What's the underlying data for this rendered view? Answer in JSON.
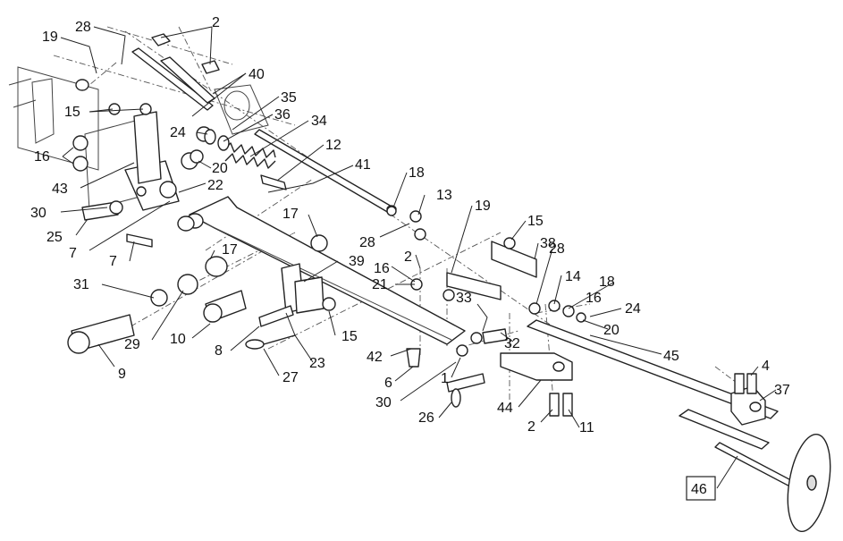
{
  "labels": [
    {
      "id": "2a",
      "text": "2"
    },
    {
      "id": "28a",
      "text": "28"
    },
    {
      "id": "19a",
      "text": "19"
    },
    {
      "id": "40",
      "text": "40"
    },
    {
      "id": "35",
      "text": "35"
    },
    {
      "id": "36",
      "text": "36"
    },
    {
      "id": "15a",
      "text": "15"
    },
    {
      "id": "34",
      "text": "34"
    },
    {
      "id": "24a",
      "text": "24"
    },
    {
      "id": "12",
      "text": "12"
    },
    {
      "id": "16a",
      "text": "16"
    },
    {
      "id": "20a",
      "text": "20"
    },
    {
      "id": "41",
      "text": "41"
    },
    {
      "id": "22",
      "text": "22"
    },
    {
      "id": "43",
      "text": "43"
    },
    {
      "id": "18a",
      "text": "18"
    },
    {
      "id": "30a",
      "text": "30"
    },
    {
      "id": "13",
      "text": "13"
    },
    {
      "id": "19b",
      "text": "19"
    },
    {
      "id": "17a",
      "text": "17"
    },
    {
      "id": "25",
      "text": "25"
    },
    {
      "id": "15b",
      "text": "15"
    },
    {
      "id": "7a",
      "text": "7"
    },
    {
      "id": "28b",
      "text": "28"
    },
    {
      "id": "38",
      "text": "38"
    },
    {
      "id": "2b",
      "text": "2"
    },
    {
      "id": "28c",
      "text": "28"
    },
    {
      "id": "17b",
      "text": "17"
    },
    {
      "id": "7b",
      "text": "7"
    },
    {
      "id": "39",
      "text": "39"
    },
    {
      "id": "16b",
      "text": "16"
    },
    {
      "id": "14",
      "text": "14"
    },
    {
      "id": "18b",
      "text": "18"
    },
    {
      "id": "31",
      "text": "31"
    },
    {
      "id": "21",
      "text": "21"
    },
    {
      "id": "16c",
      "text": "16"
    },
    {
      "id": "33",
      "text": "33"
    },
    {
      "id": "24b",
      "text": "24"
    },
    {
      "id": "20b",
      "text": "20"
    },
    {
      "id": "32",
      "text": "32"
    },
    {
      "id": "29",
      "text": "29"
    },
    {
      "id": "10",
      "text": "10"
    },
    {
      "id": "15c",
      "text": "15"
    },
    {
      "id": "8",
      "text": "8"
    },
    {
      "id": "45",
      "text": "45"
    },
    {
      "id": "42",
      "text": "42"
    },
    {
      "id": "23",
      "text": "23"
    },
    {
      "id": "9",
      "text": "9"
    },
    {
      "id": "27",
      "text": "27"
    },
    {
      "id": "6",
      "text": "6"
    },
    {
      "id": "4",
      "text": "4"
    },
    {
      "id": "1",
      "text": "1"
    },
    {
      "id": "37",
      "text": "37"
    },
    {
      "id": "30b",
      "text": "30"
    },
    {
      "id": "26",
      "text": "26"
    },
    {
      "id": "44",
      "text": "44"
    },
    {
      "id": "2c",
      "text": "2"
    },
    {
      "id": "11",
      "text": "11"
    },
    {
      "id": "46",
      "text": "46"
    }
  ]
}
